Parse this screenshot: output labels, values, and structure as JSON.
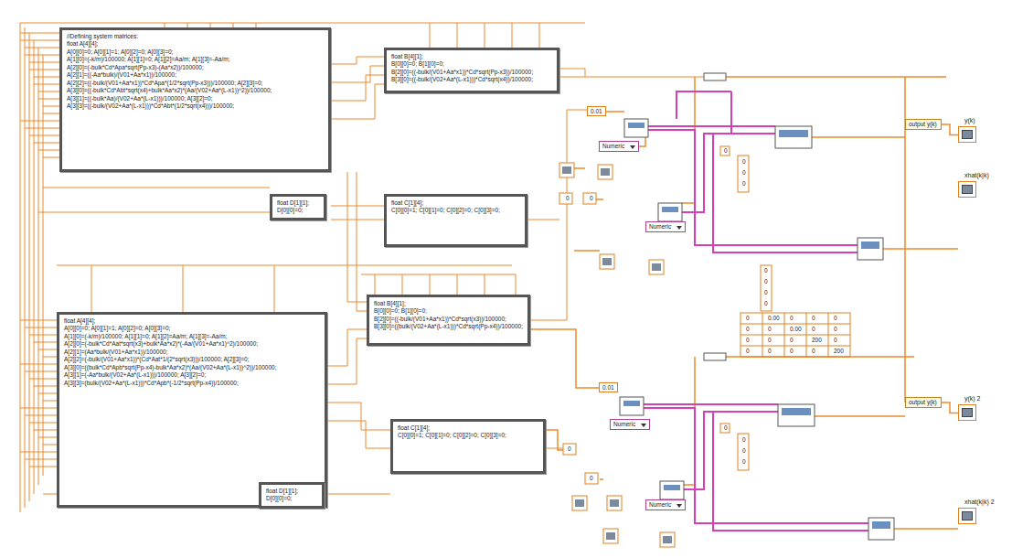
{
  "diagram": {
    "nodes": [
      {
        "text": [
          "//Defining system matrices:",
          "float A[4][4];",
          "A[0][0]=0; A[0][1]=1; A[0][2]=0; A[0][3]=0;",
          "A[1][0]=(-k/m)/100000; A[1][1]=0; A[1][2]=Aa/m; A[1][3]=-Aa/m;",
          "A[2][0]=(-bulk*Cd*Apa*sqrt(Pp-x3)-(Aa*x2))/100000;",
          "A[2][1]=((-Aa*bulk)/(V01+Aa*x1))/100000;",
          "A[2][2]=((-bulk/(V01+Aa*x1))*Cd*Apa*(1/2*sqrt(Pp-x3)))/100000; A[2][3]=0;",
          "A[3][0]=((-bulk*Cd*Abt*sqrt(x4)+bulk*Aa*x2)*(Aa/(V02+Aa*(L-x1))^2))/100000;",
          "A[3][1]=((-bulk*Aa)/(V02+Aa*(L-x1)))/100000; A[3][2]=0;",
          "A[3][3]=((-bulk/(V02+Aa*(L-x1)))*Cd*Abt*(1/2*sqrt(x4)))/100000;"
        ]
      },
      {
        "text": [
          "float B[4][1];",
          "B[0][0]=0; B[1][0]=0;",
          "B[2][0]=((-bulk/(V01+Aa*x1))*Cd*sqrt(Pp-x3))/100000;",
          "B[3][0]=((-bulk/(V02+Aa*(L-x1)))*Cd*sqrt(x4))/100000;"
        ]
      },
      {
        "text": [
          "float D[1][1];",
          "D[0][0]=0;"
        ]
      },
      {
        "text": [
          "float C[1][4];",
          "C[0][0]=1; C[0][1]=0; C[0][2]=0; C[0][3]=0;"
        ]
      },
      {
        "text": [
          "float A[4][4];",
          "A[0][0]=0; A[0][1]=1; A[0][2]=0; A[0][3]=0;",
          "A[1][0]=(-k/m)/100000; A[1][1]=0; A[1][2]=Aa/m; A[1][3]=-Aa/m;",
          "A[2][0]=(-bulk*Cd*Aat*sqrt(x3)+bulk*Aa*x2)*(-Aa/(V01+Aa*x1)^2)/100000;",
          "A[2][1]=(Aa*bulk/(V01+Aa*x1))/100000;",
          "A[2][2]=(-bulk/(V01+Aa*x1))*(Cd*Aat*1/(2*sqrt(x3)))/100000; A[2][3]=0;",
          "A[3][0]=((bulk*Cd*Apb*sqrt(Pp-x4)-bulk*Aa*x2)*(Aa/(V02+Aa*(L-x1))^2))/100000;",
          "A[3][1]=(-Aa*bulk/(V02+Aa*(L-x1)))/100000; A[3][2]=0;",
          "A[3][3]=(bulk/(V02+Aa*(L-x1)))*Cd*Apb*(-1/2*sqrt(Pp-x4))/100000;"
        ]
      },
      {
        "text": [
          "float B[4][1];",
          "B[0][0]=0; B[1][0]=0;",
          "B[2][0]=((-bulk/(V01+Aa*x1))*Cd*sqrt(x3))/100000;",
          "B[3][0]=((bulk/(V02+Aa*(L-x1)))*Cd*sqrt(Pp-x4))/100000;"
        ]
      },
      {
        "text": [
          "float C[1][4];",
          "C[0][0]=1; C[0][1]=0; C[0][2]=0; C[0][3]=0;"
        ]
      },
      {
        "text": [
          "float D[1][1];",
          "D[0][0]=0;"
        ]
      },
      {
        "text": [
          "0.01"
        ]
      },
      {
        "text": [
          "Numeric"
        ]
      },
      {
        "text": [
          "Numeric"
        ]
      },
      {
        "text": [
          "output y(k)"
        ]
      },
      {
        "text": [
          "y(k)"
        ]
      },
      {
        "text": [
          "xhat(k|k)"
        ]
      },
      {
        "text": [
          "0.01"
        ]
      },
      {
        "text": [
          "Numeric"
        ]
      },
      {
        "text": [
          "Numeric"
        ]
      },
      {
        "text": [
          "output y(k)"
        ]
      },
      {
        "text": [
          "y(k) 2"
        ]
      },
      {
        "text": [
          "xhat(k|k) 2"
        ]
      }
    ],
    "edges": [
      {
        "from": 11,
        "to": 12,
        "arrow": "none"
      },
      {
        "from": 17,
        "to": 18,
        "arrow": "none"
      }
    ],
    "labels": [
      "0",
      "0",
      "0",
      "0",
      "0",
      "0",
      "0",
      "0",
      "0",
      "0",
      "0",
      "0.00",
      "0",
      "0",
      "0",
      "0",
      "0",
      "0.00",
      "0",
      "0",
      "0",
      "0",
      "0",
      "200",
      "0",
      "0",
      "0",
      "0",
      "0",
      "200",
      "0",
      "0",
      "0",
      "0",
      "0",
      "0"
    ]
  }
}
